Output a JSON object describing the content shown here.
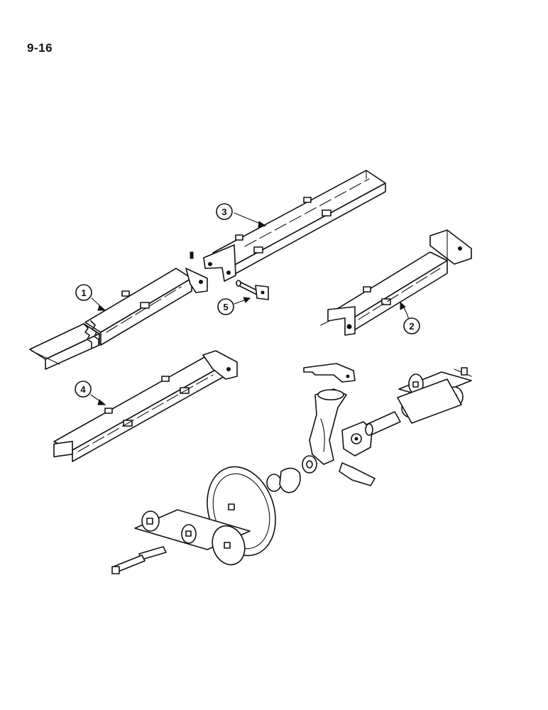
{
  "page": {
    "number": "9-16"
  },
  "callouts": [
    {
      "id": "1",
      "label": "1"
    },
    {
      "id": "2",
      "label": "2"
    },
    {
      "id": "3",
      "label": "3"
    },
    {
      "id": "4",
      "label": "4"
    },
    {
      "id": "5",
      "label": "5"
    }
  ]
}
